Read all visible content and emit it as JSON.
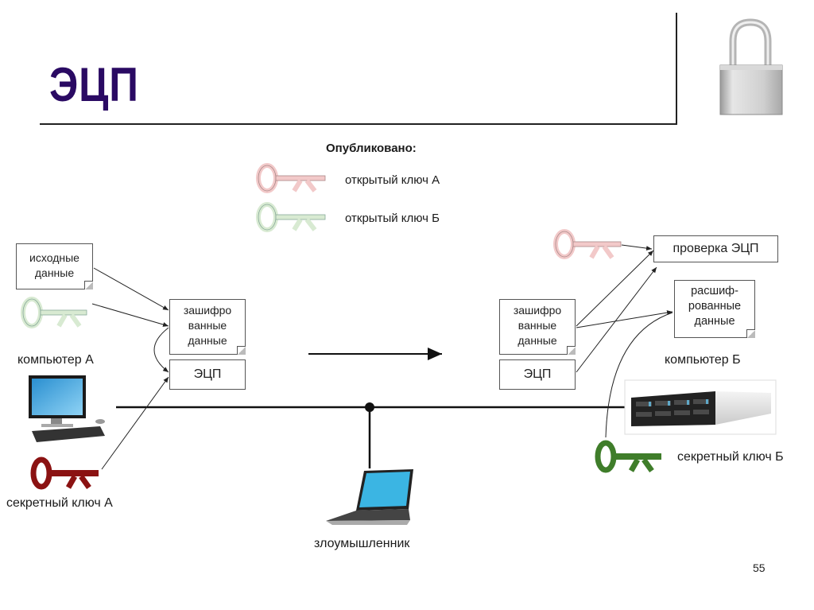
{
  "slide": {
    "title": "ЭЦП",
    "page_number": "55"
  },
  "published": {
    "heading": "Опубликовано:",
    "items": [
      {
        "label": "открытый ключ А",
        "key_color": "#f2c9c9"
      },
      {
        "label": "открытый ключ Б",
        "key_color": "#d8ead2"
      }
    ]
  },
  "computer_a": {
    "label": "компьютер А",
    "source_doc": [
      "исходные",
      "данные"
    ],
    "encrypted_doc": [
      "зашифро",
      "ванные",
      "данные"
    ],
    "signature_box": "ЭЦП",
    "secret_key_label": "секретный ключ А",
    "secret_key_color": "#8b1212",
    "public_key_color": "#d8ead2"
  },
  "computer_b": {
    "label": "компьютер Б",
    "encrypted_doc": [
      "зашифро",
      "ванные",
      "данные"
    ],
    "signature_box": "ЭЦП",
    "verify_box": "проверка ЭЦП",
    "decrypted_doc": [
      "расшиф-",
      "рованные",
      "данные"
    ],
    "secret_key_label": "секретный ключ Б",
    "secret_key_color": "#3f7d2a",
    "public_key_color": "#f2c9c9"
  },
  "attacker": {
    "label": "злоумышленник"
  },
  "icons": {
    "lock": "padlock-icon",
    "desktop": "desktop-computer-icon",
    "laptop": "laptop-icon",
    "server": "server-rack-icon",
    "key": "key-icon"
  }
}
